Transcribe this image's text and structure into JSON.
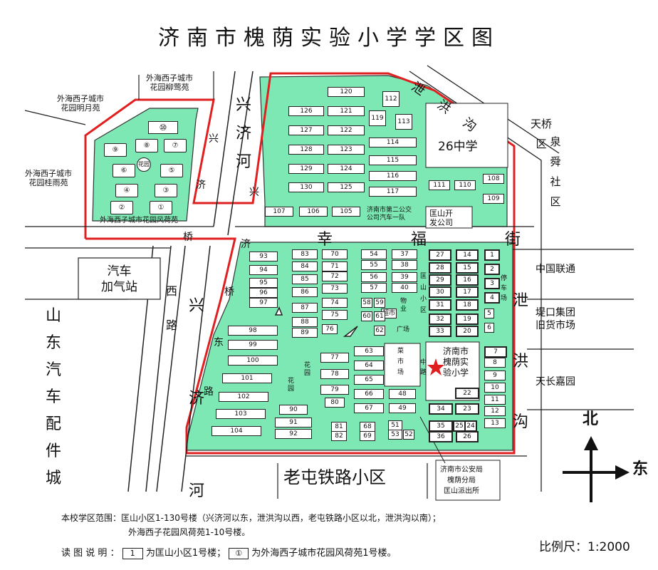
{
  "title": "济南市槐荫实验小学学区图",
  "colors": {
    "zone": "#7ee8b4",
    "border": "#e02020",
    "star": "#e02020"
  },
  "places": {
    "liuying": "外海西子城市\n花园柳莺苑",
    "mingyue": "外海西子城市\n花园明月苑",
    "guiyu": "外海西子城市\n花园桂雨苑",
    "fenghe": "外海西子城市花园风荷苑",
    "huayuan": "花园",
    "tianqiao": "天桥区",
    "quanshun": "泉舜社区",
    "zhongguo_liantong": "中国联通",
    "dikou": "堤口集团\n旧货市场",
    "tianchang": "天长嘉园",
    "gas_station": "汽车\n加气站",
    "car_city": "山东汽车配件城",
    "laotun": "老屯铁路小区",
    "school26": "26中学",
    "kuangshan_company": "匡山开\n发公司",
    "bus_team": "济南市第二公交\n公司汽车一队",
    "school": "济南市\n槐荫实\n验小学",
    "market": "菜\n市\n场",
    "supermarket": "超市",
    "wuye": "物\n业",
    "guangchang": "广场",
    "parking": "停\n车\n场",
    "garden1": "花\n园",
    "garden2": "花\n园",
    "police": "济南市公安局\n槐荫分局\n匡山派出所",
    "kuangshan_xiaoqu_road": "匡\n山\n小\n区",
    "zhonglu": "中\n路"
  },
  "roads": {
    "xingji_top": "兴济河",
    "xi_small": "兴",
    "ji_small": "济",
    "xing_small": "兴",
    "qiao1": "桥",
    "qiao2": "桥",
    "xingjiqiao": "济",
    "xijiao_side": "东",
    "xijiao_side2": "路",
    "west_road": "西路",
    "west_river": "兴济河",
    "xingfu": "幸福街",
    "xiehong": "泄洪沟",
    "xiehong_top": "泄洪沟"
  },
  "buildings": {
    "b120": "120",
    "b126": "126",
    "b121": "121",
    "b127": "127",
    "b122": "122",
    "b128": "128",
    "b123": "123",
    "b129": "129",
    "b124": "124",
    "b130": "130",
    "b125": "125",
    "b112": "112",
    "b119": "119",
    "b113": "113",
    "b114": "114",
    "b115": "115",
    "b116": "116",
    "b117": "117",
    "b111": "111",
    "b110": "110",
    "b108": "108",
    "b109": "109",
    "b107": "107",
    "b106": "106",
    "b105": "105",
    "b93": "93",
    "b94": "94",
    "b95": "95",
    "b96": "96",
    "b97": "97",
    "b83": "83",
    "b84": "84",
    "b85": "85",
    "b86": "86",
    "b87": "87",
    "b88": "88",
    "b89": "89",
    "b70": "70",
    "b71": "71",
    "b72": "72",
    "b73": "73",
    "b74": "74",
    "b75": "75",
    "b76": "76",
    "b54": "54",
    "b55": "55",
    "b56": "56",
    "b57": "57",
    "b37": "37",
    "b38": "38",
    "b39": "39",
    "b40": "40",
    "b58": "58",
    "b59": "59",
    "b60": "60",
    "b61": "61",
    "b62": "62",
    "b27": "27",
    "b28": "28",
    "b29": "29",
    "b30": "30",
    "b31": "31",
    "b32": "32",
    "b33": "33",
    "b14": "14",
    "b15": "15",
    "b16": "16",
    "b17": "17",
    "b18": "18",
    "b19": "19",
    "b20": "20",
    "b1": "1",
    "b2": "2",
    "b3": "3",
    "b4": "4",
    "b5": "5",
    "b6": "6",
    "b98": "98",
    "b99": "99",
    "b100": "100",
    "b101": "101",
    "b102": "102",
    "b103": "103",
    "b104": "104",
    "b77": "77",
    "b78": "78",
    "b79": "79",
    "b80": "80",
    "b63": "63",
    "b64": "64",
    "b65": "65",
    "b66": "66",
    "b67": "67",
    "b48": "48",
    "b49": "49",
    "b22": "22",
    "b34": "34",
    "b23": "23",
    "b7": "7",
    "b8": "8",
    "b9": "9",
    "b10": "10",
    "b11": "11",
    "b12": "12",
    "b13": "13",
    "b90": "90",
    "b91": "91",
    "b92": "92",
    "b81": "81",
    "b82": "82",
    "b68": "68",
    "b69": "69",
    "b51": "51",
    "b53": "53",
    "b52": "52",
    "b35": "35",
    "b25": "25",
    "b24": "24",
    "b36": "36",
    "b26": "26"
  },
  "circles": {
    "c10": "⑩",
    "c9": "⑨",
    "c8": "⑧",
    "c7": "⑦",
    "c6": "⑥",
    "c5": "⑤",
    "c4": "④",
    "c3": "③",
    "c2": "②",
    "c1": "①"
  },
  "compass": {
    "north": "北",
    "east": "东"
  },
  "notes": {
    "range_label": "本校学区范围：",
    "range_text": "匡山小区1-130号楼（兴济河以东，泄洪沟以西，老屯铁路小区以北，泄洪沟以南）；",
    "range_text2": "外海西子花园风荷苑1-10号楼。",
    "legend_label": "读 图 说 明 ：",
    "legend_box": "1",
    "legend_box_text": "为匡山小区1号楼；",
    "legend_circle": "①",
    "legend_circle_text": "为外海西子城市花园风荷苑1号楼。",
    "scale": "比例尺：1:2000"
  }
}
